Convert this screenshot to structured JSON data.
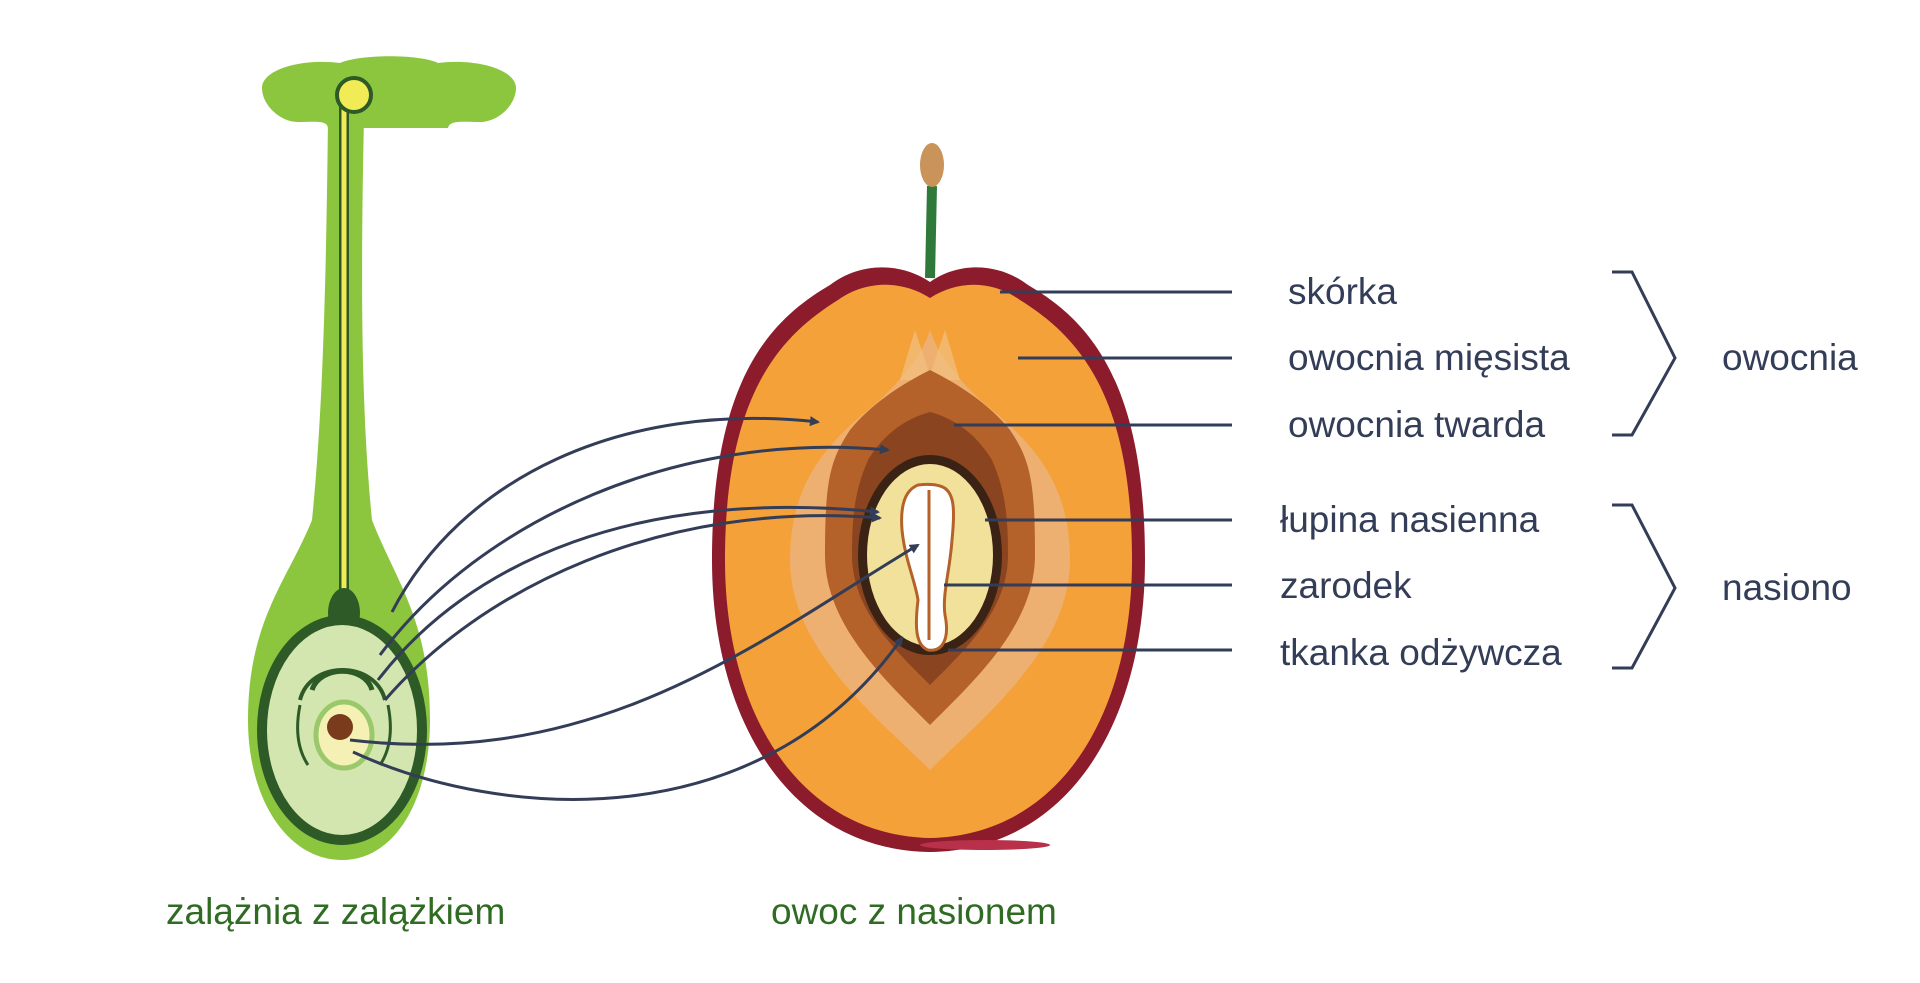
{
  "captions": {
    "ovary": "zalążnia z zalążkiem",
    "fruit": "owoc z nasionem"
  },
  "labels": {
    "skin": "skórka",
    "fleshy_pericarp": "owocnia mięsista",
    "hard_pericarp": "owocnia twarda",
    "seed_coat": "łupina nasienna",
    "embryo": "zarodek",
    "nutritive_tissue": "tkanka odżywcza"
  },
  "groups": {
    "pericarp": "owocnia",
    "seed": "nasiono"
  },
  "colors": {
    "text_dark": "#333d57",
    "text_green": "#2f6b22",
    "line": "#333d57",
    "ovary_green": "#8cc63f",
    "ovary_dark": "#2d5a27",
    "ovule_light": "#d4e6b0",
    "fruit_skin": "#8c1c2c",
    "fruit_flesh": "#f5a13a",
    "endocarp_outer": "#edb070",
    "endocarp": "#b5612a",
    "endocarp_inner": "#8a4520",
    "seed_coat": "#3a2315",
    "endosperm": "#f2e19b"
  }
}
